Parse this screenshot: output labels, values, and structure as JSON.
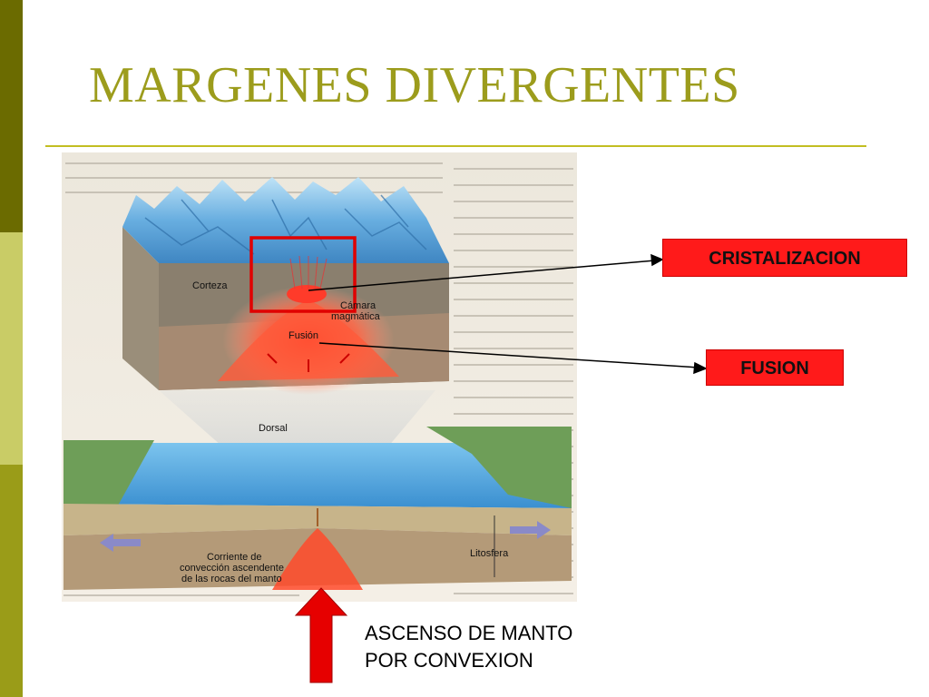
{
  "slide": {
    "title": "MARGENES DIVERGENTES"
  },
  "diagram": {
    "labels": {
      "corteza": "Corteza",
      "camara_line1": "Cámara",
      "camara_line2": "magmática",
      "fusion_inner": "Fusión",
      "dorsal": "Dorsal",
      "litosfera": "Litosfera",
      "corriente_line1": "Corriente de",
      "corriente_line2": "convección ascendente",
      "corriente_line3": "de las rocas del manto"
    },
    "callouts": {
      "cristalizacion": "CRISTALIZACION",
      "fusion": "FUSION"
    },
    "caption": {
      "line1": "ASCENSO DE MANTO",
      "line2": "POR CONVEXION"
    },
    "colors": {
      "accent": "#9c9c1c",
      "callout_red": "#ff1a1a",
      "arrow_red": "#e60000",
      "ocean": "#5aa8e0",
      "crust": "#8a7f6e",
      "magma": "#ff3b2a"
    }
  }
}
